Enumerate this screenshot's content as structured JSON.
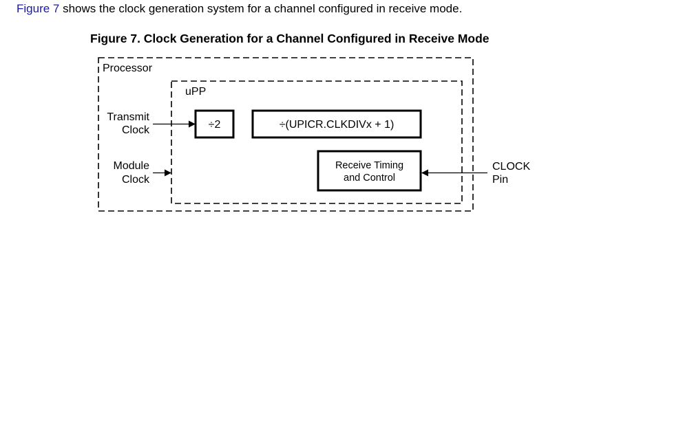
{
  "intro": {
    "link_text": "Figure 7",
    "rest_text": " shows the clock generation system for a channel configured in receive mode."
  },
  "figure": {
    "title": "Figure 7. Clock Generation for a Channel Configured in Receive Mode",
    "labels": {
      "processor": "Processor",
      "upp": "uPP",
      "transmit_clock_line1": "Transmit",
      "transmit_clock_line2": "Clock",
      "module_clock_line1": "Module",
      "module_clock_line2": "Clock",
      "clock_pin_line1": "CLOCK",
      "clock_pin_line2": "Pin"
    },
    "blocks": {
      "divide_by_two": "÷2",
      "clkdiv": "÷(UPICR.CLKDIVx + 1)",
      "receive_timing_line1": "Receive Timing",
      "receive_timing_line2": "and Control"
    }
  },
  "colors": {
    "link": "#1a1aa6",
    "line": "#000000",
    "background": "#ffffff"
  }
}
